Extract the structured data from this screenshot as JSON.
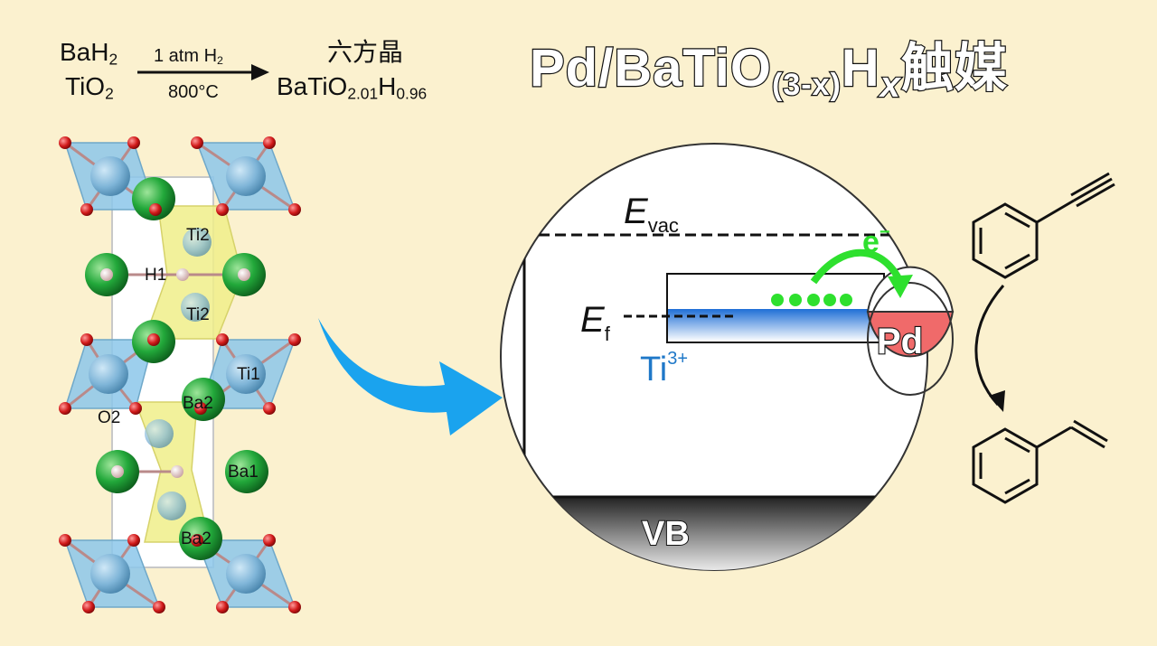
{
  "equation": {
    "reactant1_main": "BaH",
    "reactant1_sub": "2",
    "reactant2_main": "TiO",
    "reactant2_sub": "2",
    "condition_top_main": "1 atm H",
    "condition_top_sub": "2",
    "condition_bottom": "800°C",
    "product_label": "六方晶",
    "product_part1": "BaTiO",
    "product_sub1": "2.01",
    "product_part2": "H",
    "product_sub2": "0.96"
  },
  "title": {
    "main": "Pd/BaTiO",
    "sub": "(3-x)",
    "h": "H",
    "x": "x",
    "suffix": "触媒"
  },
  "structure_labels": {
    "ti2_top": "Ti2",
    "h1": "H1",
    "ti2_mid": "Ti2",
    "ti1": "Ti1",
    "o2": "O2",
    "ba2_top": "Ba2",
    "ba1": "Ba1",
    "ba2_bottom": "Ba2"
  },
  "band": {
    "evac_main": "E",
    "evac_sub": "vac",
    "ef_main": "E",
    "ef_sub": "f",
    "ti_main": "Ti",
    "ti_sup": "3+",
    "vb": "VB",
    "electron_main": "e",
    "electron_sup": "−",
    "pd": "Pd"
  },
  "colors": {
    "background": "#fbf1cf",
    "arrow_blue": "#1aa3ee",
    "ti_blue": "#1f78c8",
    "electron_green": "#2ee02e",
    "pd_red": "#f06a6a",
    "octahedron_blue": "#8cc7ea",
    "octahedron_yellow": "#f0ee8a",
    "ba_green": "#22a83a",
    "oxygen_red": "#d11a1a"
  }
}
